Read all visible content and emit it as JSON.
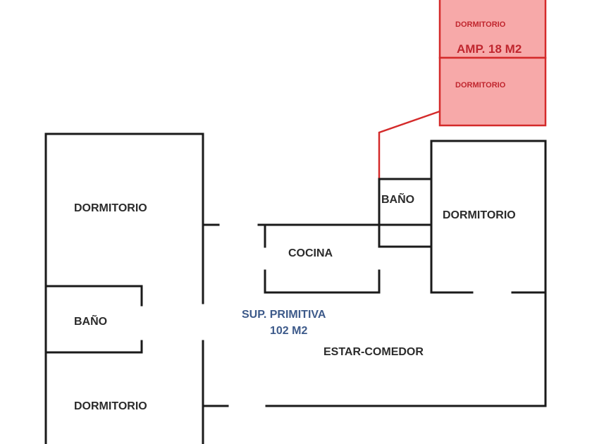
{
  "plan": {
    "rooms": {
      "dorm_top_left": "DORMITORIO",
      "bano_left": "BAÑO",
      "dorm_bottom_left": "DORMITORIO",
      "cocina": "COCINA",
      "bano_right": "BAÑO",
      "dorm_right": "DORMITORIO",
      "estar_comedor": "ESTAR-COMEDOR"
    },
    "primitive_area": {
      "line1": "SUP. PRIMITIVA",
      "line2": "102 M2"
    },
    "extension": {
      "room_top": "DORMITORIO",
      "label": "AMP. 18 M2",
      "room_bottom": "DORMITORIO",
      "fill_color": "#f7a9a9",
      "stroke_color": "#d42a2a"
    },
    "wall_color": "#1a1a1a"
  }
}
